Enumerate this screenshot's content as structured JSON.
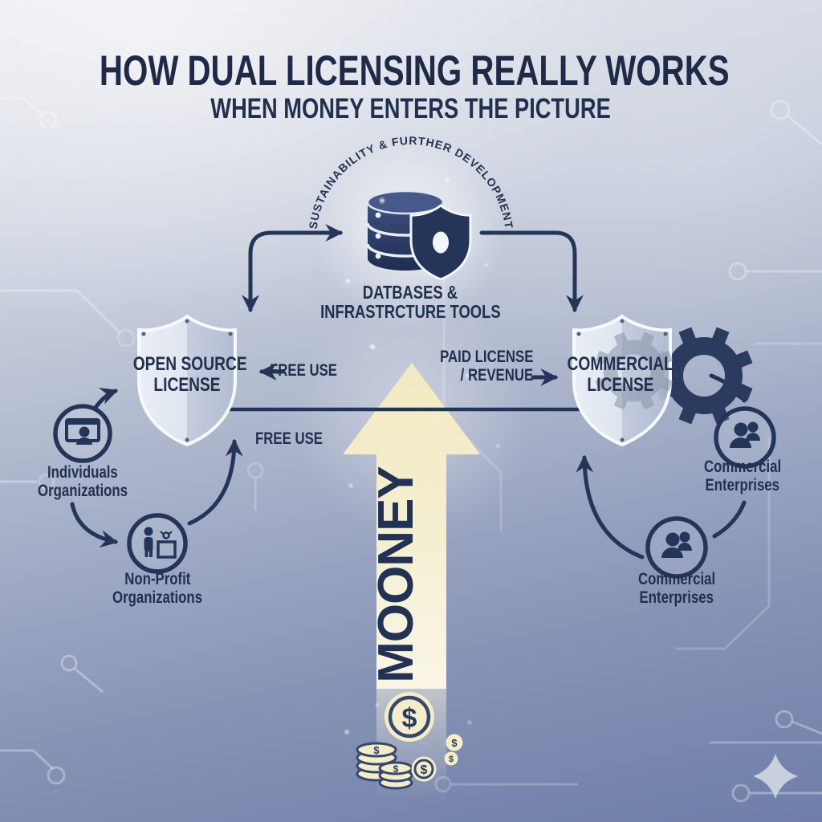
{
  "header": {
    "title": "HOW DUAL LICENSING REALLY WORKS",
    "subtitle": "WHEN MONEY ENTERS THE PICTURE"
  },
  "hub": {
    "arc_label": "SUSTAINABILITY & FURTHER DEVELOPMENT",
    "label_line1": "DATBASES &",
    "label_line2": "INFRASTRCTURE TOOLS"
  },
  "shields": {
    "open_source": {
      "line1": "OPEN SOURCE",
      "line2": "LICENSE"
    },
    "commercial": {
      "line1": "COMMERCIAL",
      "line2": "LICENSE"
    }
  },
  "flows": {
    "free_use_top": "FREE USE",
    "free_use_bottom": "FREE USE",
    "paid_line1": "PAID LICENSE",
    "paid_line2": "/ REVENUE",
    "money_arrow_text": "MOONEY"
  },
  "entities": {
    "individuals": {
      "line1": "Individuals",
      "line2": "Organizations"
    },
    "nonprofit": {
      "line1": "Non-Profit",
      "line2": "Organizations"
    },
    "commercial_top": {
      "line1": "Commercial",
      "line2": "Enterprises"
    },
    "commercial_bottom": {
      "line1": "Commercial",
      "line2": "Enterprises"
    }
  },
  "coins": {
    "dollar_symbol": "$"
  },
  "icons": {
    "hub": "database-shield-icon",
    "open_source": "glass-shield-icon",
    "commercial": "glass-shield-gear-icon",
    "individuals": "person-at-screen-icon",
    "nonprofit": "person-donation-box-icon",
    "commercial_enterprises": "people-group-icon",
    "money": "dollar-coins-icon",
    "decor": "sparkle-icon"
  },
  "colors": {
    "navy": "#24355a",
    "title_navy": "#1f2a48",
    "cream": "#f2ebc5",
    "glass_light": "#e9edf4",
    "glass_dark": "#b4bed3",
    "bg_top": "#e7e9ee",
    "bg_bottom": "#6f7ea9",
    "trace_white": "#ffffff"
  }
}
